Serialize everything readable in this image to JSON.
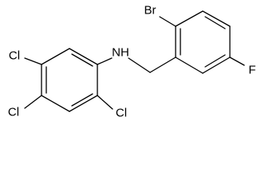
{
  "molecule": {
    "atoms": {
      "nh": "NH",
      "br": "Br",
      "f": "F",
      "cl_top": "Cl",
      "cl_mid": "Cl",
      "cl_bottom": "Cl"
    }
  }
}
